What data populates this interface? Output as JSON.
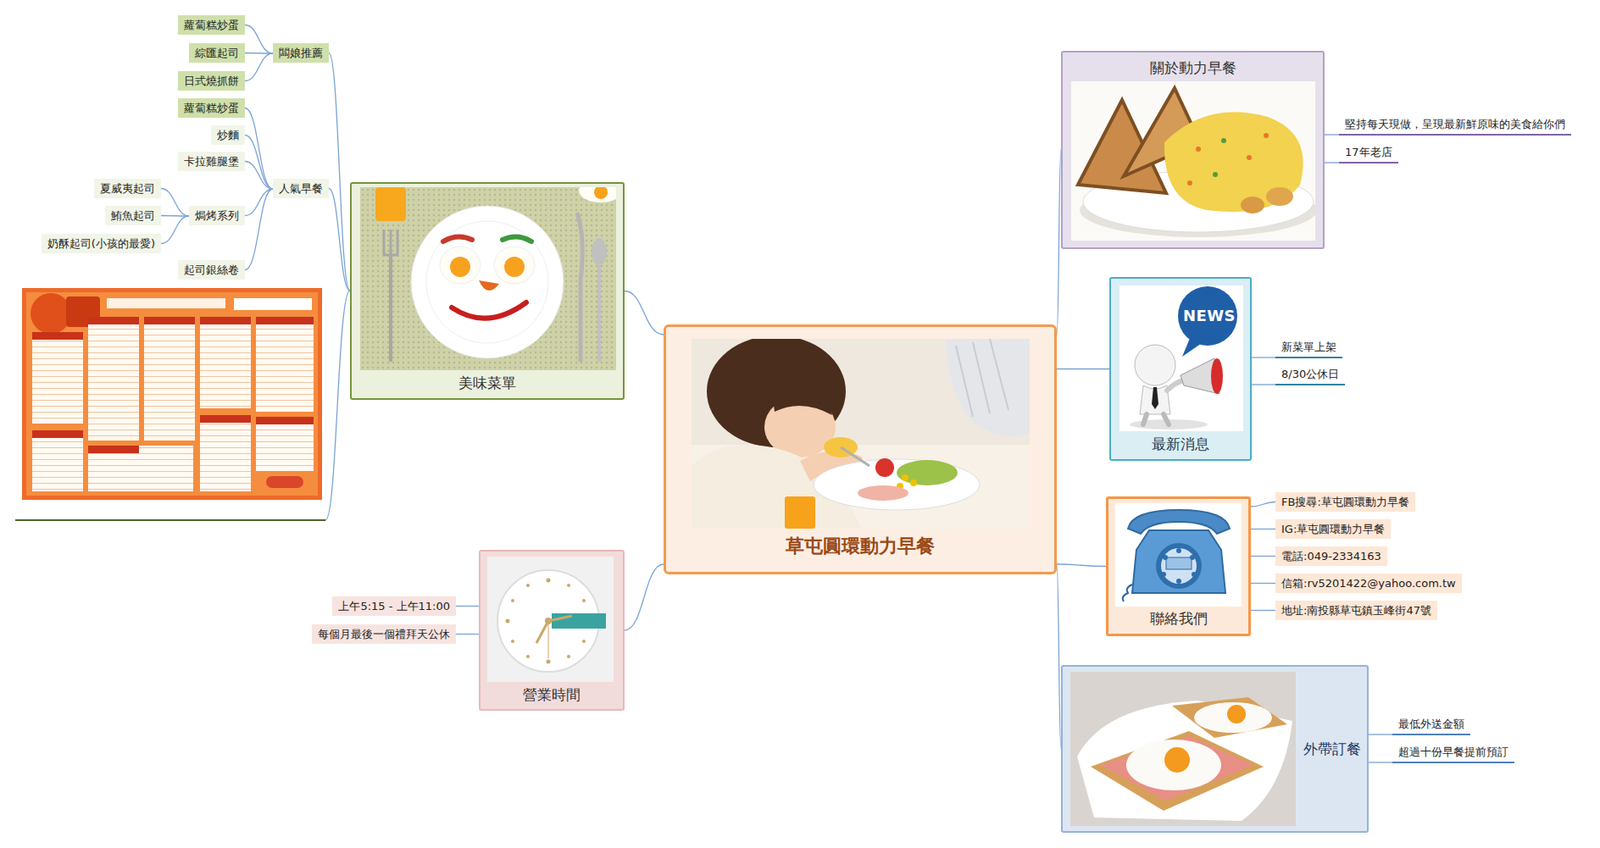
{
  "diagram": {
    "nodes": [
      {
        "text": [
          "草屯圓環動力早餐"
        ]
      },
      {
        "text": [
          "美味菜單"
        ]
      },
      {
        "text": [
          "闆娘推薦"
        ]
      },
      {
        "text": [
          "蘿蔔糕炒蛋"
        ]
      },
      {
        "text": [
          "綜匯起司"
        ]
      },
      {
        "text": [
          "日式燒抓餅"
        ]
      },
      {
        "text": [
          "人氣早餐"
        ]
      },
      {
        "text": [
          "蘿蔔糕炒蛋"
        ]
      },
      {
        "text": [
          "炒麵"
        ]
      },
      {
        "text": [
          "卡拉雞腿堡"
        ]
      },
      {
        "text": [
          "焗烤系列"
        ]
      },
      {
        "text": [
          "夏威夷起司"
        ]
      },
      {
        "text": [
          "鮪魚起司"
        ]
      },
      {
        "text": [
          "奶酥起司(小孩的最愛)"
        ]
      },
      {
        "text": [
          "起司銀絲卷"
        ]
      },
      {
        "text": [
          "營業時間"
        ]
      },
      {
        "text": [
          "上午5:15 - 上午11:00"
        ]
      },
      {
        "text": [
          "每個月最後一個禮拜天公休"
        ]
      },
      {
        "text": [
          "關於動力早餐"
        ]
      },
      {
        "text": [
          "堅持每天現做，呈現最新鮮原味的美食給你們"
        ]
      },
      {
        "text": [
          "17年老店"
        ]
      },
      {
        "text": [
          "最新消息"
        ]
      },
      {
        "text": [
          "新菜單上架"
        ]
      },
      {
        "text": [
          "8/30公休日"
        ]
      },
      {
        "text": [
          "聯絡我們"
        ]
      },
      {
        "text": [
          "FB搜尋:草屯圓環動力早餐"
        ]
      },
      {
        "text": [
          "IG:草屯圓環動力早餐"
        ]
      },
      {
        "text": [
          "電話:049-2334163"
        ]
      },
      {
        "text": [
          "信箱:rv5201422@yahoo.com.tw"
        ]
      },
      {
        "text": [
          "地址:南投縣草屯鎮玉峰街47號"
        ]
      },
      {
        "text": [
          "外帶訂餐"
        ]
      },
      {
        "text": [
          "最低外送金額"
        ]
      },
      {
        "text": [
          "超過十份早餐提前預訂"
        ]
      }
    ],
    "edges": [
      {
        "from": 0,
        "to": 1,
        "arrow": "none"
      },
      {
        "from": 1,
        "to": 2,
        "arrow": "none"
      },
      {
        "from": 2,
        "to": 3,
        "arrow": "none"
      },
      {
        "from": 2,
        "to": 4,
        "arrow": "none"
      },
      {
        "from": 2,
        "to": 5,
        "arrow": "none"
      },
      {
        "from": 1,
        "to": 6,
        "arrow": "none"
      },
      {
        "from": 6,
        "to": 7,
        "arrow": "none"
      },
      {
        "from": 6,
        "to": 8,
        "arrow": "none"
      },
      {
        "from": 6,
        "to": 9,
        "arrow": "none"
      },
      {
        "from": 6,
        "to": 10,
        "arrow": "none"
      },
      {
        "from": 10,
        "to": 11,
        "arrow": "none"
      },
      {
        "from": 10,
        "to": 12,
        "arrow": "none"
      },
      {
        "from": 10,
        "to": 13,
        "arrow": "none"
      },
      {
        "from": 6,
        "to": 14,
        "arrow": "none"
      },
      {
        "from": 0,
        "to": 15,
        "arrow": "none"
      },
      {
        "from": 15,
        "to": 16,
        "arrow": "none"
      },
      {
        "from": 15,
        "to": 17,
        "arrow": "none"
      },
      {
        "from": 0,
        "to": 18,
        "arrow": "none"
      },
      {
        "from": 18,
        "to": 19,
        "arrow": "none"
      },
      {
        "from": 18,
        "to": 20,
        "arrow": "none"
      },
      {
        "from": 0,
        "to": 21,
        "arrow": "none"
      },
      {
        "from": 21,
        "to": 22,
        "arrow": "none"
      },
      {
        "from": 21,
        "to": 23,
        "arrow": "none"
      },
      {
        "from": 0,
        "to": 24,
        "arrow": "none"
      },
      {
        "from": 24,
        "to": 25,
        "arrow": "none"
      },
      {
        "from": 24,
        "to": 26,
        "arrow": "none"
      },
      {
        "from": 24,
        "to": 27,
        "arrow": "none"
      },
      {
        "from": 24,
        "to": 28,
        "arrow": "none"
      },
      {
        "from": 24,
        "to": 29,
        "arrow": "none"
      },
      {
        "from": 0,
        "to": 30,
        "arrow": "none"
      },
      {
        "from": 30,
        "to": 31,
        "arrow": "none"
      },
      {
        "from": 30,
        "to": 32,
        "arrow": "none"
      }
    ],
    "labels": [
      "NEWS"
    ]
  }
}
